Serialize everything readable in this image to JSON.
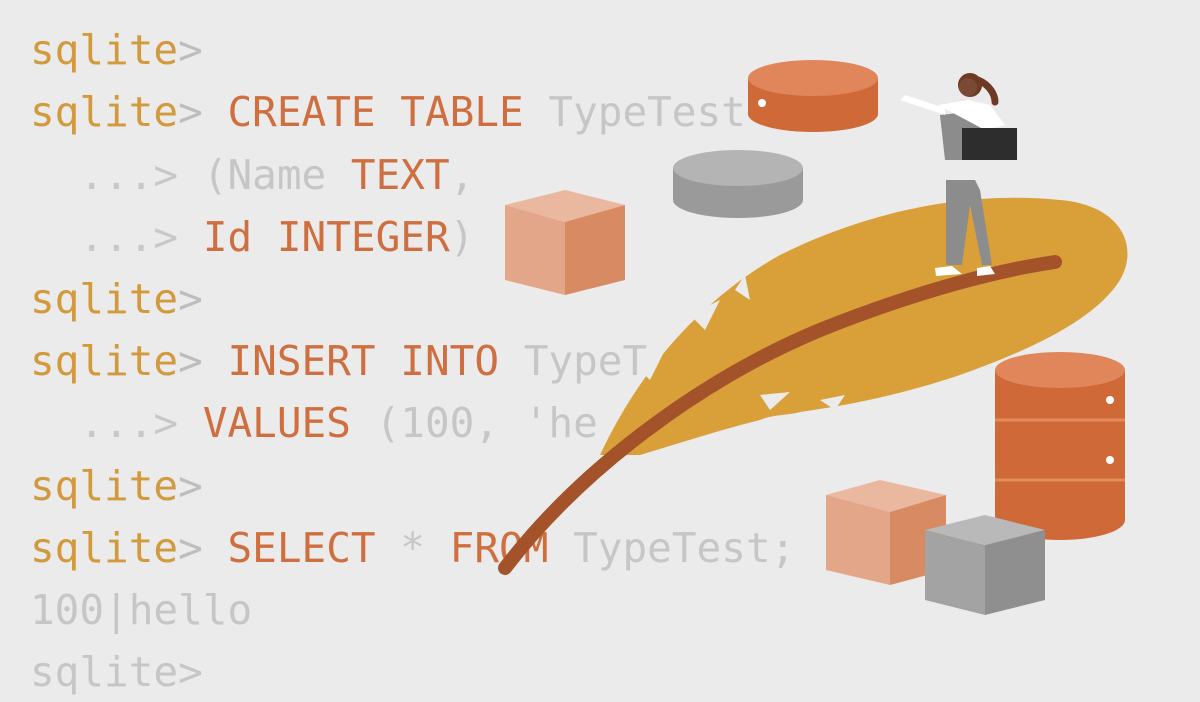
{
  "code_lines": [
    {
      "prompt": "sqlite",
      "arrow": ">",
      "parts": []
    },
    {
      "prompt": "sqlite",
      "arrow": ">",
      "parts": [
        "CREATE TABLE",
        "TypeTest"
      ]
    },
    {
      "cont": "...>",
      "parts": [
        "(Name",
        "TEXT",
        ","
      ]
    },
    {
      "cont": "...>",
      "parts": [
        "Id",
        "INTEGER",
        ")"
      ]
    },
    {
      "prompt": "sqlite",
      "arrow": ">",
      "parts": []
    },
    {
      "prompt": "sqlite",
      "arrow": ">",
      "parts": [
        "INSERT INTO",
        "TypeT"
      ]
    },
    {
      "cont": "...>",
      "parts": [
        "VALUES",
        "(100, 'he"
      ]
    },
    {
      "prompt": "sqlite",
      "arrow": ">",
      "parts": []
    },
    {
      "prompt": "sqlite",
      "arrow": ">",
      "parts": [
        "SELECT",
        "*",
        "FROM",
        "TypeTest;"
      ]
    },
    {
      "output": "100|hello"
    },
    {
      "prompt": "sqlite",
      "arrow": ">",
      "parts": []
    }
  ],
  "colors": {
    "background": "#ebebeb",
    "prompt": "#d29a3c",
    "keyword": "#cf6e3f",
    "dim_text": "#c6c6c6",
    "feather": "#d9a03a",
    "feather_quill": "#a3522a",
    "orange_db": "#d5703f",
    "gray_db": "#9a9a9a"
  },
  "icons": [
    "feather-icon",
    "database-icon",
    "cube-icon",
    "person-with-laptop-icon"
  ]
}
